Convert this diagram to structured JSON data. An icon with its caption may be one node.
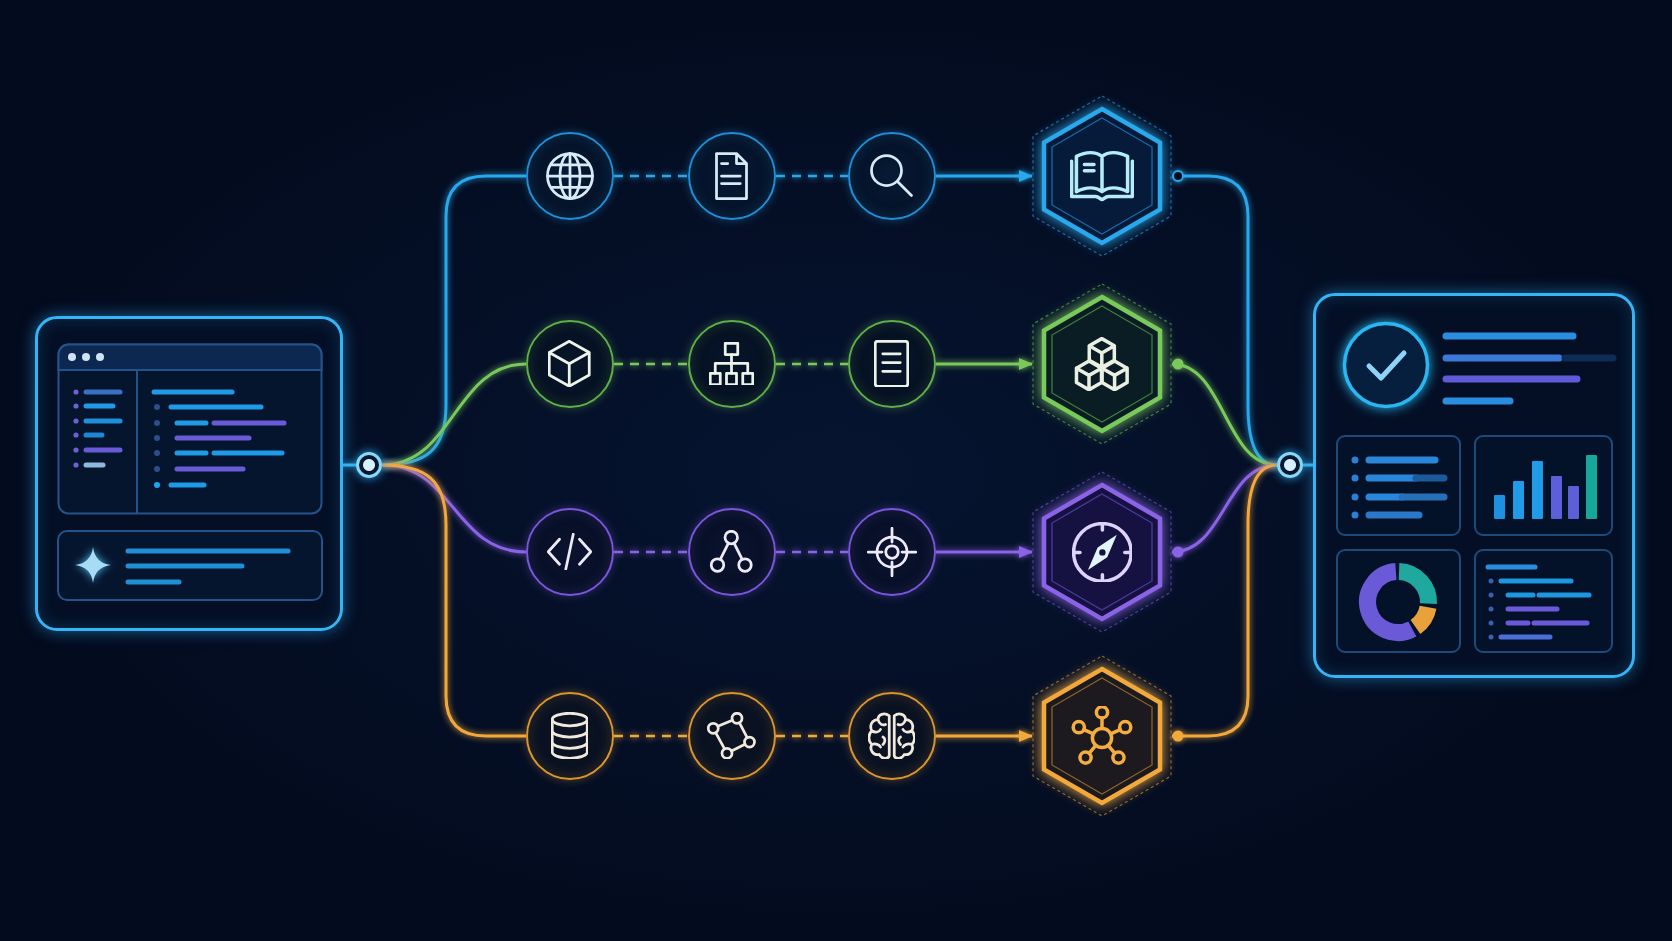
{
  "diagram": {
    "nodes": [
      {
        "text": [],
        "shape": "box"
      },
      {
        "text": [],
        "shape": "circle"
      },
      {
        "text": [],
        "shape": "circle"
      },
      {
        "text": [],
        "shape": "circle"
      },
      {
        "text": [],
        "shape": "circle"
      },
      {
        "text": [],
        "shape": "hexagon"
      },
      {
        "text": [],
        "shape": "circle"
      },
      {
        "text": [],
        "shape": "circle"
      },
      {
        "text": [],
        "shape": "circle"
      },
      {
        "text": [],
        "shape": "hexagon"
      },
      {
        "text": [],
        "shape": "circle"
      },
      {
        "text": [],
        "shape": "circle"
      },
      {
        "text": [],
        "shape": "circle"
      },
      {
        "text": [],
        "shape": "hexagon"
      },
      {
        "text": [],
        "shape": "circle"
      },
      {
        "text": [],
        "shape": "circle"
      },
      {
        "text": [],
        "shape": "circle"
      },
      {
        "text": [],
        "shape": "hexagon"
      },
      {
        "text": [],
        "shape": "circle"
      },
      {
        "text": [],
        "shape": "box"
      }
    ],
    "edges": [
      {
        "from": 0,
        "to": 1,
        "arrow": "none",
        "color": "#38b6f4"
      },
      {
        "from": 1,
        "to": 2,
        "arrow": "none",
        "color": "#29a8ec"
      },
      {
        "from": 2,
        "to": 3,
        "arrow": "none",
        "style": "dashed",
        "color": "#29a8ec"
      },
      {
        "from": 3,
        "to": 4,
        "arrow": "none",
        "style": "dashed",
        "color": "#29a8ec"
      },
      {
        "from": 4,
        "to": 5,
        "arrow": "to",
        "color": "#29a8ec"
      },
      {
        "from": 5,
        "to": 18,
        "arrow": "other",
        "color": "#29a8ec"
      },
      {
        "from": 1,
        "to": 6,
        "arrow": "none",
        "color": "#7ac95b"
      },
      {
        "from": 6,
        "to": 7,
        "arrow": "none",
        "style": "dashed",
        "color": "#7ac95b"
      },
      {
        "from": 7,
        "to": 8,
        "arrow": "none",
        "style": "dashed",
        "color": "#7ac95b"
      },
      {
        "from": 8,
        "to": 9,
        "arrow": "to",
        "color": "#7ac95b"
      },
      {
        "from": 9,
        "to": 18,
        "arrow": "other",
        "color": "#7ac95b"
      },
      {
        "from": 1,
        "to": 10,
        "arrow": "none",
        "color": "#8b63e6"
      },
      {
        "from": 10,
        "to": 11,
        "arrow": "none",
        "style": "dashed",
        "color": "#8b63e6"
      },
      {
        "from": 11,
        "to": 12,
        "arrow": "none",
        "style": "dashed",
        "color": "#8b63e6"
      },
      {
        "from": 12,
        "to": 13,
        "arrow": "to",
        "color": "#8b63e6"
      },
      {
        "from": 13,
        "to": 18,
        "arrow": "other",
        "color": "#8b63e6"
      },
      {
        "from": 1,
        "to": 14,
        "arrow": "none",
        "color": "#f2a93b"
      },
      {
        "from": 14,
        "to": 15,
        "arrow": "none",
        "style": "dashed",
        "color": "#f2a93b"
      },
      {
        "from": 15,
        "to": 16,
        "arrow": "none",
        "style": "dashed",
        "color": "#f2a93b"
      },
      {
        "from": 16,
        "to": 17,
        "arrow": "to",
        "color": "#f2a93b"
      },
      {
        "from": 17,
        "to": 18,
        "arrow": "other",
        "color": "#f2a93b"
      },
      {
        "from": 18,
        "to": 19,
        "arrow": "none",
        "color": "#38b6f4"
      }
    ]
  }
}
